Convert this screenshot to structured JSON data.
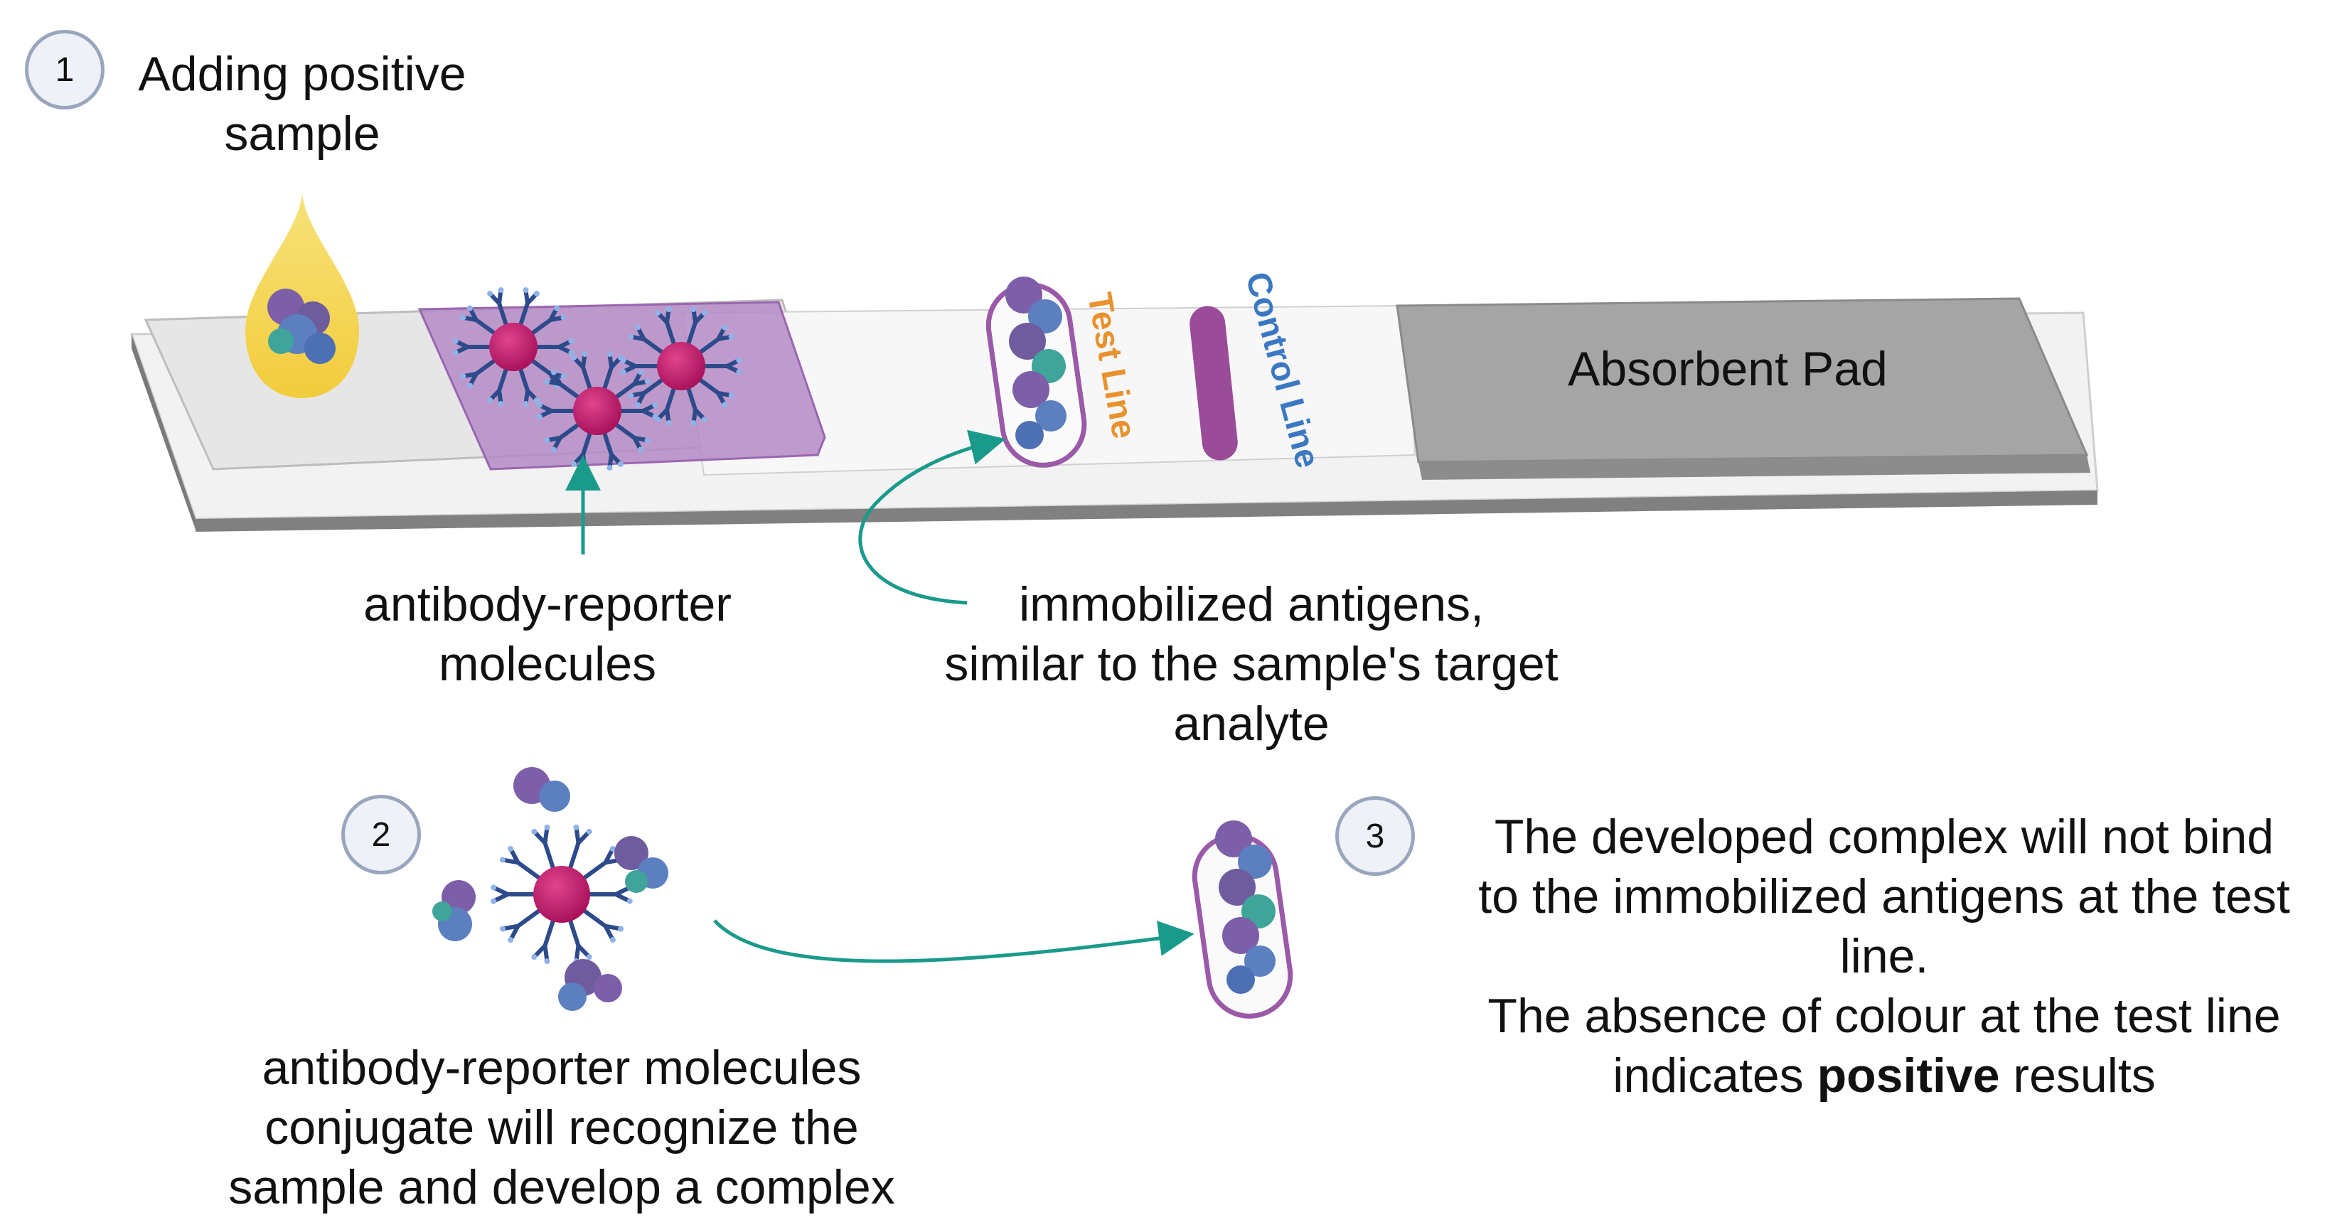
{
  "steps": {
    "step1": {
      "number": "1",
      "line1": "Adding positive",
      "line2": "sample"
    },
    "step2": {
      "number": "2"
    },
    "step3": {
      "number": "3"
    }
  },
  "strip": {
    "test_line_label": "Test Line",
    "control_line_label": "Control Line",
    "absorbent_pad_label": "Absorbent Pad"
  },
  "labels": {
    "antibody_reporter": {
      "line1": "antibody-reporter",
      "line2": "molecules"
    },
    "immobilized": {
      "line1": "immobilized antigens,",
      "line2": "similar to the sample's target",
      "line3": "analyte"
    },
    "conjugate": {
      "line1": "antibody-reporter molecules",
      "line2": "conjugate will recognize the",
      "line3": "sample and develop a complex"
    },
    "result": {
      "line1": "The developed complex  will not bind",
      "line2": "to the immobilized antigens at the test",
      "line3": "line.",
      "line4": "The absence of colour at the test line",
      "line5_prefix": "indicates ",
      "line5_bold": "positive",
      "line5_suffix": " results"
    }
  },
  "colors": {
    "test_line_text": "#e8922e",
    "control_line_text": "#3a78c2",
    "reporter_core": "#c2186b",
    "antibody": "#2d4a8a",
    "arrow": "#1a9a8a",
    "capsule": "#9a5aa8",
    "drop": "#f4d24a",
    "conjugate_pad": "#a475b8",
    "absorbent_pad": "#9e9e9e"
  },
  "icons": [
    "drop-icon",
    "reporter-molecule-icon",
    "antigen-cluster-icon",
    "arrow-icon"
  ]
}
